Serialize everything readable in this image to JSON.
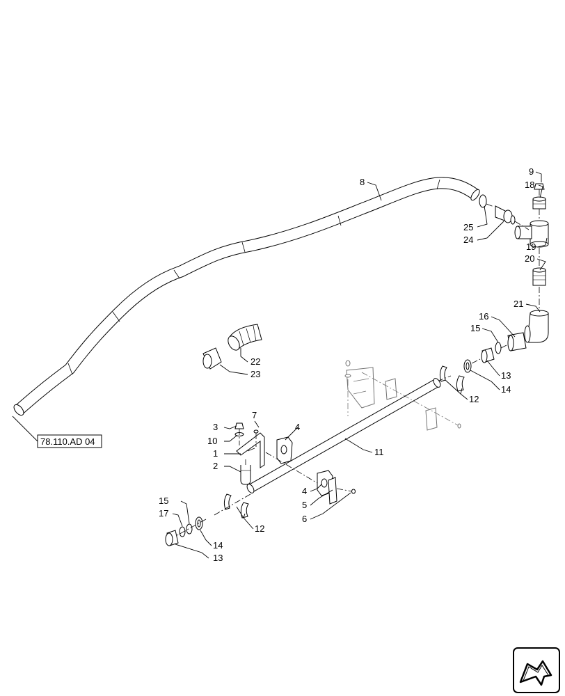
{
  "reference": "78.110.AD 04",
  "callouts": {
    "c1": "1",
    "c2": "2",
    "c3": "3",
    "c4a": "4",
    "c4b": "4",
    "c5": "5",
    "c6": "6",
    "c7": "7",
    "c8": "8",
    "c9": "9",
    "c10": "10",
    "c11": "11",
    "c12a": "12",
    "c12b": "12",
    "c13a": "13",
    "c13b": "13",
    "c14a": "14",
    "c14b": "14",
    "c15a": "15",
    "c15b": "15",
    "c16": "16",
    "c17": "17",
    "c18": "18",
    "c19": "19",
    "c20": "20",
    "c21": "21",
    "c22": "22",
    "c23": "23",
    "c24": "24",
    "c25": "25"
  },
  "icons": {
    "navigation": "next-page-arrow-icon"
  }
}
